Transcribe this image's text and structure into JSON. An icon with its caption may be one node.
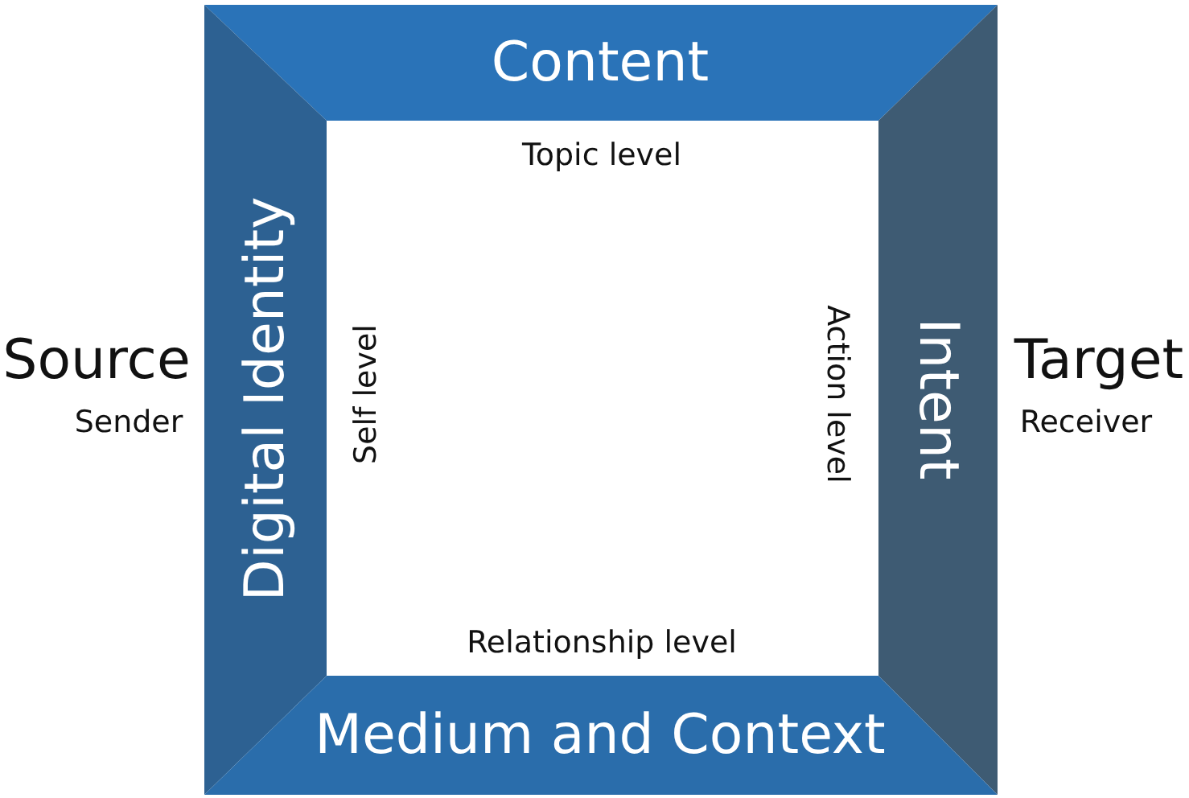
{
  "diagram": {
    "nodes": [
      {
        "text": [
          "Content"
        ]
      },
      {
        "text": [
          "Digital Identity"
        ]
      },
      {
        "text": [
          "Intent"
        ]
      },
      {
        "text": [
          "Medium and Context"
        ]
      }
    ],
    "labels": [
      "Topic level",
      "Source",
      "Sender",
      "Self level",
      "Action level",
      "Target",
      "Receiver",
      "Relationship level"
    ]
  }
}
